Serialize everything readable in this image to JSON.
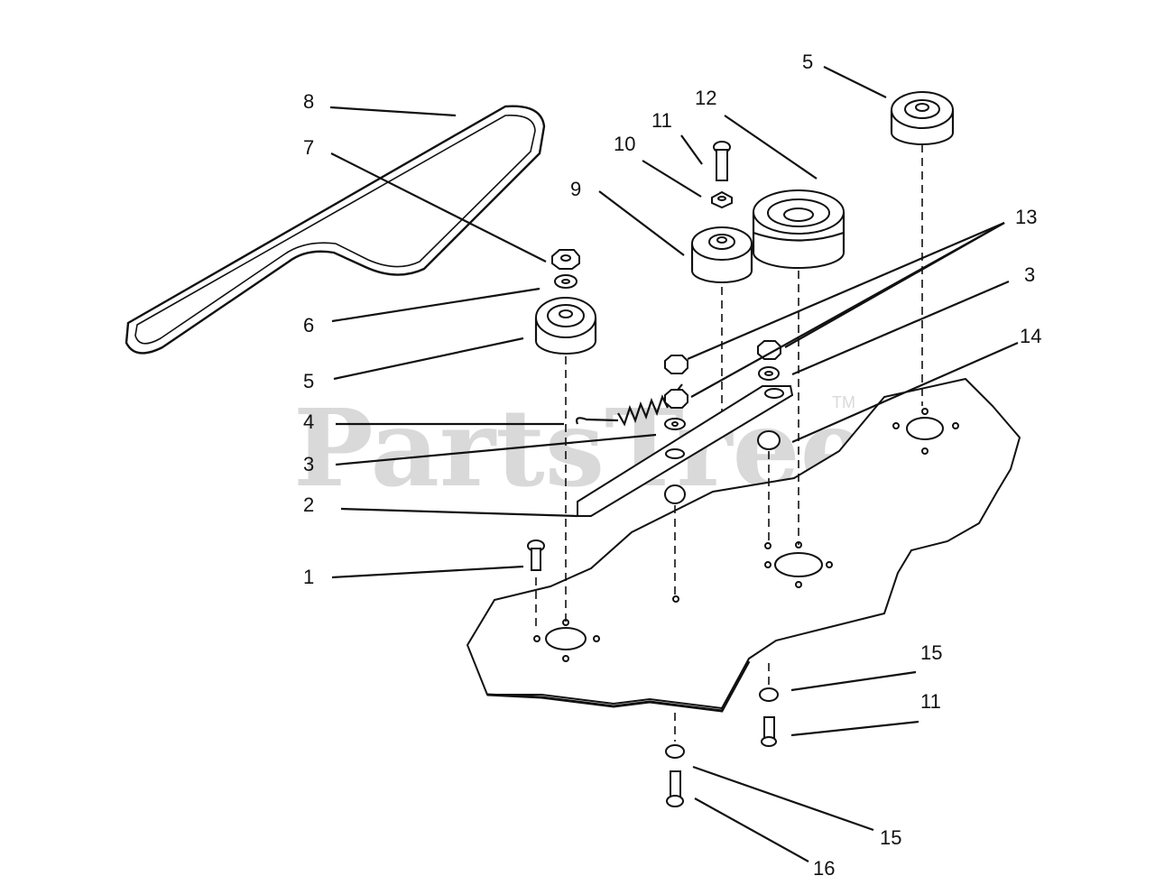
{
  "diagram": {
    "watermark": "PartsTree",
    "watermark_tm": "TM",
    "callouts": {
      "c1": "1",
      "c2": "2",
      "c3a": "3",
      "c3b": "3",
      "c4": "4",
      "c5a": "5",
      "c5b": "5",
      "c6": "6",
      "c7": "7",
      "c8": "8",
      "c9": "9",
      "c10": "10",
      "c11a": "11",
      "c11b": "11",
      "c12": "12",
      "c13": "13",
      "c14": "14",
      "c15a": "15",
      "c15b": "15",
      "c16": "16"
    }
  }
}
